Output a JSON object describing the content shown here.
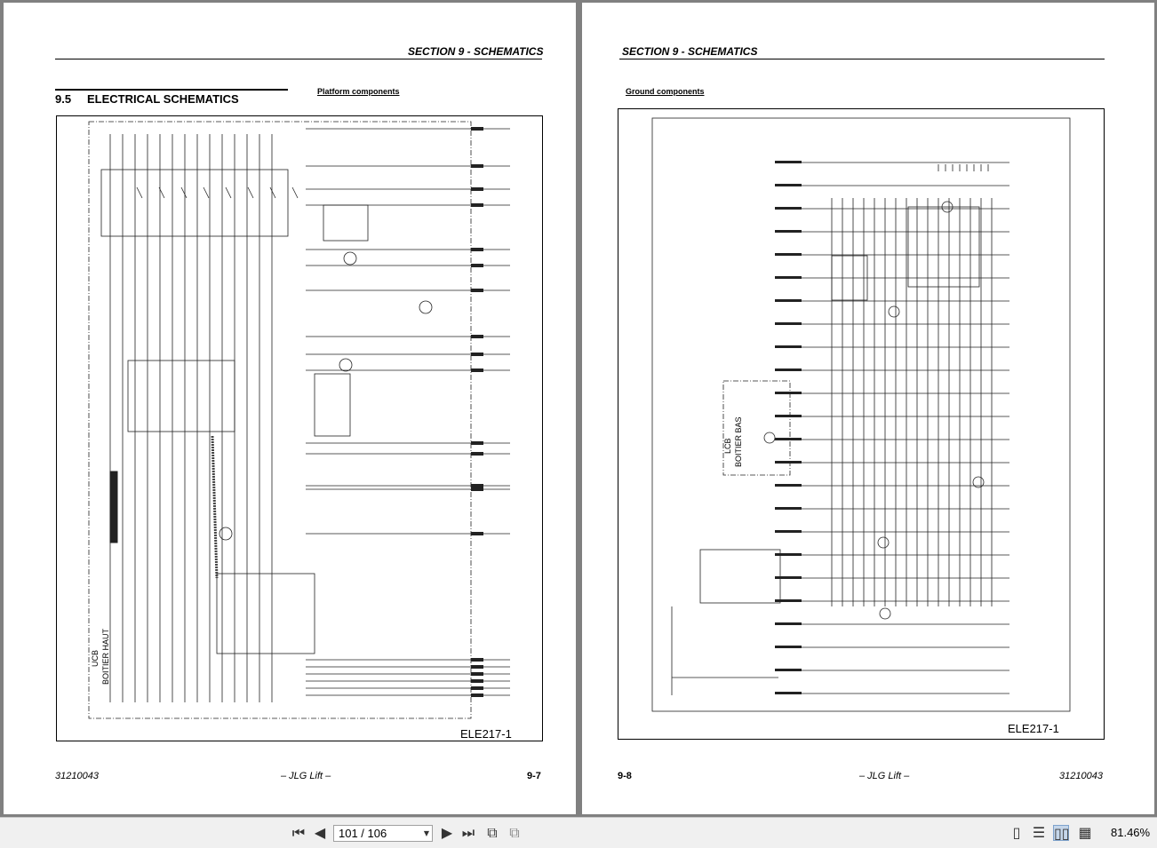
{
  "left_page": {
    "header": "SECTION 9 - SCHEMATICS",
    "section_number": "9.5",
    "section_title": "ELECTRICAL SCHEMATICS",
    "component_title": "Platform components",
    "drawing_code": "ELE217-1",
    "drawing_labels": [
      "UCB",
      "BOITIER HAUT"
    ],
    "footer_left": "31210043",
    "footer_center": "– JLG Lift –",
    "footer_right": "9-7"
  },
  "right_page": {
    "header": "SECTION 9 - SCHEMATICS",
    "component_title": "Ground components",
    "drawing_code": "ELE217-1",
    "drawing_labels": [
      "LCB",
      "BOITIER BAS"
    ],
    "footer_left": "9-8",
    "footer_center": "– JLG Lift –",
    "footer_right": "31210043"
  },
  "toolbar": {
    "page_indicator": "101 / 106",
    "zoom": "81.46%",
    "icons": [
      "first-page-icon",
      "prev-page-icon",
      "next-page-icon",
      "last-page-icon",
      "rotate-page-icon",
      "export-page-icon",
      "single-page-view-icon",
      "continuous-view-icon",
      "facing-view-icon",
      "facing-continuous-view-icon"
    ]
  }
}
